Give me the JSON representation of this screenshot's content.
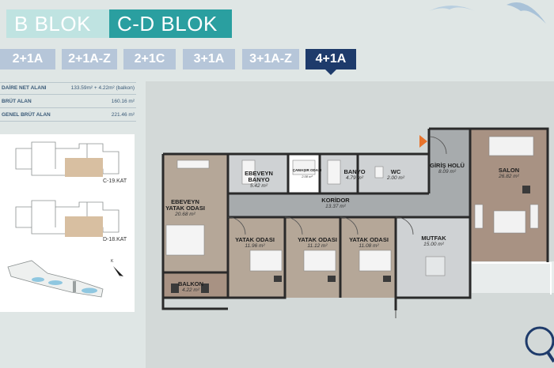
{
  "blocks": {
    "b_label": "B BLOK",
    "cd_label": "C-D BLOK"
  },
  "tabs": [
    {
      "label": "2+1A",
      "active": false
    },
    {
      "label": "2+1A-Z",
      "active": false
    },
    {
      "label": "2+1C",
      "active": false
    },
    {
      "label": "3+1A",
      "active": false
    },
    {
      "label": "3+1A-Z",
      "active": false
    },
    {
      "label": "4+1A",
      "active": true
    }
  ],
  "areas": {
    "net_label": "DAİRE NET ALANI",
    "net_value": "133.59m² + 4.22m² (balkon)",
    "brut_label": "BRÜT ALAN",
    "brut_value": "160.16 m²",
    "genel_label": "GENEL BRÜT ALAN",
    "genel_value": "221.46 m²"
  },
  "key_plans": {
    "c19_label": "C-19.KAT",
    "d18_label": "D-18.KAT",
    "north_label": "K"
  },
  "rooms": [
    {
      "name": "EBEVEYN\nBANYO",
      "area": "5.42 m²"
    },
    {
      "name": "ÇAMAŞIR ODASI",
      "area": "2.08 m²"
    },
    {
      "name": "BANYO",
      "area": "4.79 m²"
    },
    {
      "name": "WC",
      "area": "2.00 m²"
    },
    {
      "name": "GİRİŞ HOLÜ",
      "area": "8.09 m²"
    },
    {
      "name": "SALON",
      "area": "26.82 m²"
    },
    {
      "name": "EBEVEYN\nYATAK ODASI",
      "area": "20.68 m²"
    },
    {
      "name": "KORİDOR",
      "area": "13.37 m²"
    },
    {
      "name": "YATAK ODASI",
      "area": "11.96 m²"
    },
    {
      "name": "YATAK ODASI",
      "area": "11.12 m²"
    },
    {
      "name": "YATAK ODASI",
      "area": "11.08 m²"
    },
    {
      "name": "MUTFAK",
      "area": "15.00 m²"
    },
    {
      "name": "BALKON",
      "area": "4.22 m²"
    }
  ],
  "colors": {
    "accent_teal": "#2a9fa0",
    "tab_active": "#1e3b6b",
    "tab_inactive": "#b6c6d9",
    "entry_arrow": "#e8742c"
  },
  "icons": {
    "birds": "bird-logo-icon",
    "zoom": "magnifier-icon",
    "north": "north-arrow-icon",
    "entry": "entry-arrow-icon"
  }
}
